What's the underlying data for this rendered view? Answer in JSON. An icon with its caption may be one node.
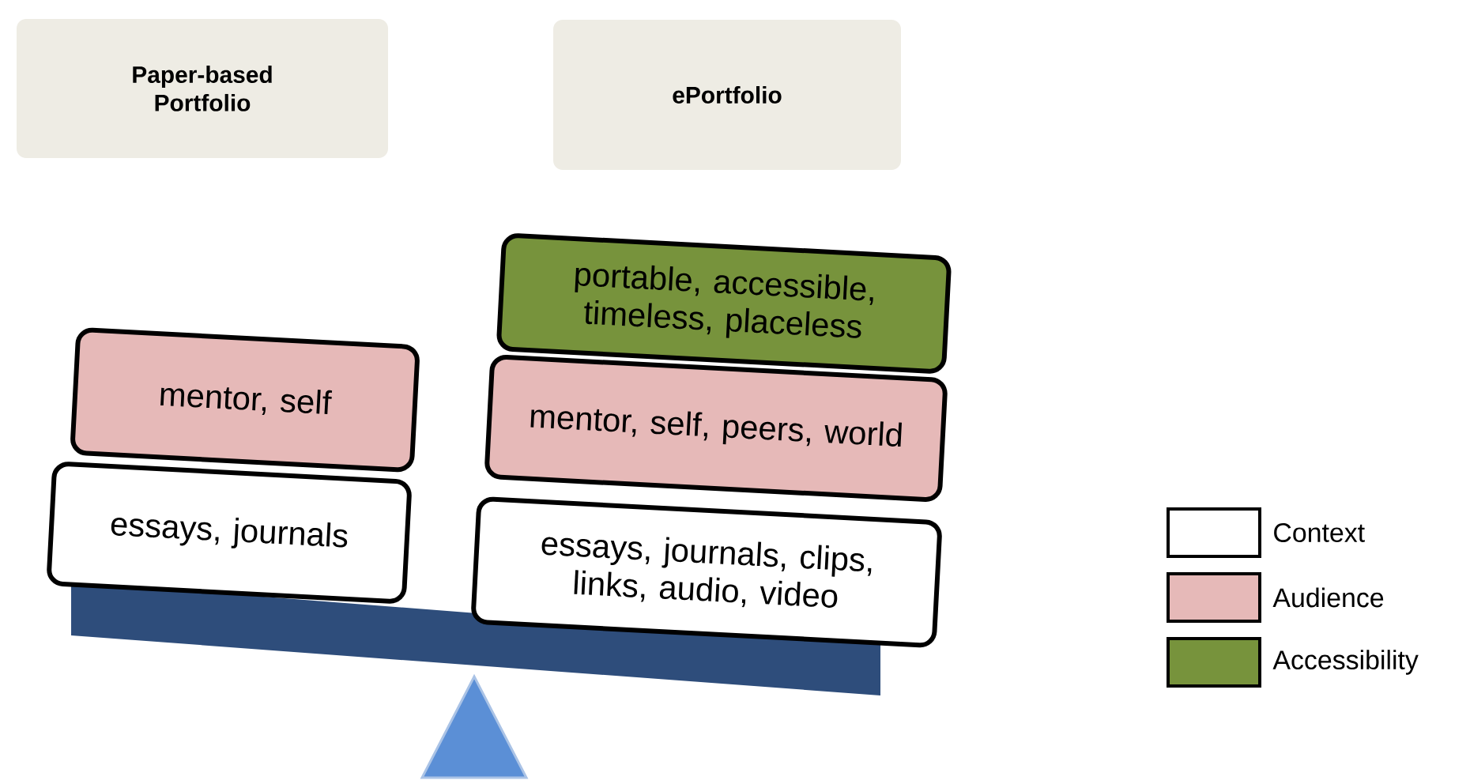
{
  "diagram": {
    "nodes": [
      {
        "text": [
          "Paper-based Portfolio"
        ]
      },
      {
        "text": [
          "ePortfolio"
        ]
      },
      {
        "text": [
          "mentor, self"
        ]
      },
      {
        "text": [
          "essays, journals"
        ]
      },
      {
        "text": [
          "portable, accessible, timeless, placeless"
        ]
      },
      {
        "text": [
          "mentor, self, peers, world"
        ]
      },
      {
        "text": [
          "essays, journals, clips, links, audio, video"
        ]
      }
    ],
    "legend": [
      {
        "text": "Context",
        "color": "#ffffff"
      },
      {
        "text": "Audience",
        "color": "#e6b9b8"
      },
      {
        "text": "Accessibility",
        "color": "#77933c"
      }
    ]
  }
}
